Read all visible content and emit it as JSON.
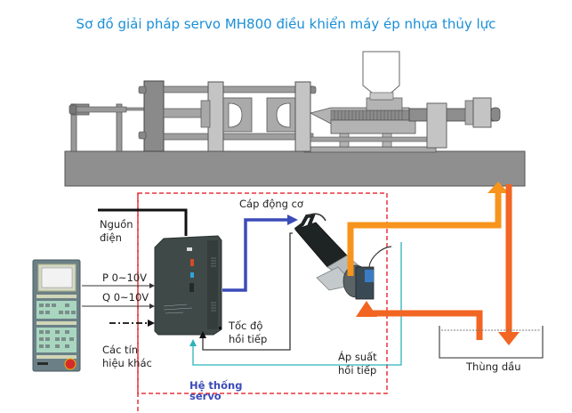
{
  "title": "Sơ đồ giải pháp servo MH800 điều khiển máy ép nhựa thủy lực",
  "labels": {
    "power": [
      "Nguồn",
      "điện"
    ],
    "p_signal": "P 0~10V",
    "q_signal": "Q 0~10V",
    "other_signals": [
      "Các tín",
      "hiệu khác"
    ],
    "motor_cable": "Cáp động cơ",
    "speed_feedback": [
      "Tốc độ",
      "hồi tiếp"
    ],
    "pressure_feedback": [
      "Áp suất",
      "hồi tiếp"
    ],
    "oil_tank": "Thùng dầu",
    "servo_system": [
      "Hệ thống",
      "servo"
    ]
  },
  "colors": {
    "title": "#1a8fd6",
    "dashed_boundary": "#e8333a",
    "motor_cable_arrow": "#3b4bb8",
    "pressure_line": "#2bb3b8",
    "oil_supply": "#f7941d",
    "oil_return": "#f26522",
    "machine_base": "#8c8c8c"
  }
}
